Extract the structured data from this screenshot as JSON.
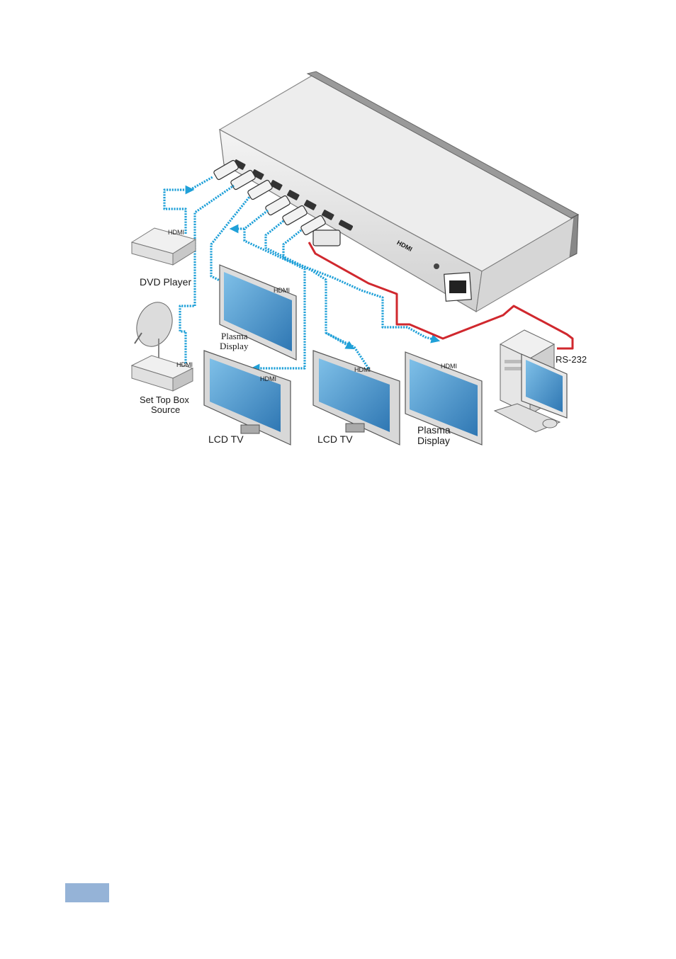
{
  "labels": {
    "hdmi": "HDMI",
    "dvd_player": "DVD Player",
    "set_top_box_line1": "Set Top Box",
    "set_top_box_line2": "Source",
    "plasma_1_line1": "Plasma",
    "plasma_1_line2": "Display",
    "lcd_tv": "LCD TV",
    "plasma_2_line1": "Plasma",
    "plasma_2_line2": "Display",
    "rs232": "RS-232"
  },
  "colors": {
    "hdmi_cable": "#1fa0d8",
    "rs232_cable": "#d0282e",
    "page_tab": "#95b3d7",
    "device_body": "#e4e4e4",
    "screen": "#3f8fc6"
  }
}
